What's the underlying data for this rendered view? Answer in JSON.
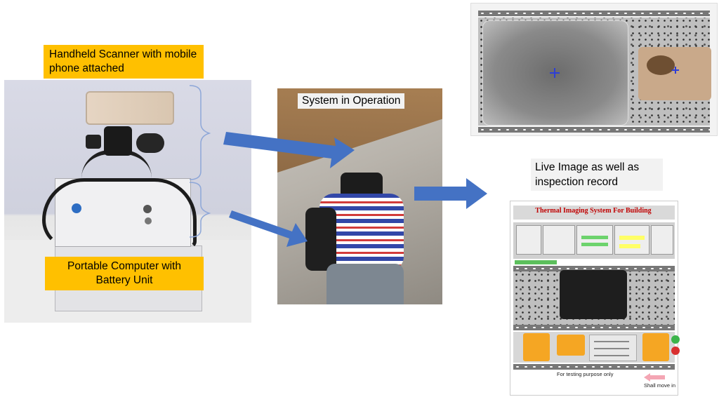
{
  "callouts": {
    "scanner": "Handheld Scanner with mobile phone attached",
    "computer": "Portable Computer with Battery Unit"
  },
  "labels": {
    "system_in_operation": "System in Operation",
    "live_image": "Live Image as well as inspection record"
  },
  "screen": {
    "title": "Thermal Imaging System For Building",
    "caption": "For testing purpose only",
    "shall_move": "Shall move in"
  },
  "colors": {
    "callout": "#ffc000",
    "arrow": "#4472c4",
    "pink_arrow": "#f4a6b4",
    "panel_orange": "#f5a623",
    "title_red": "#c00000"
  }
}
